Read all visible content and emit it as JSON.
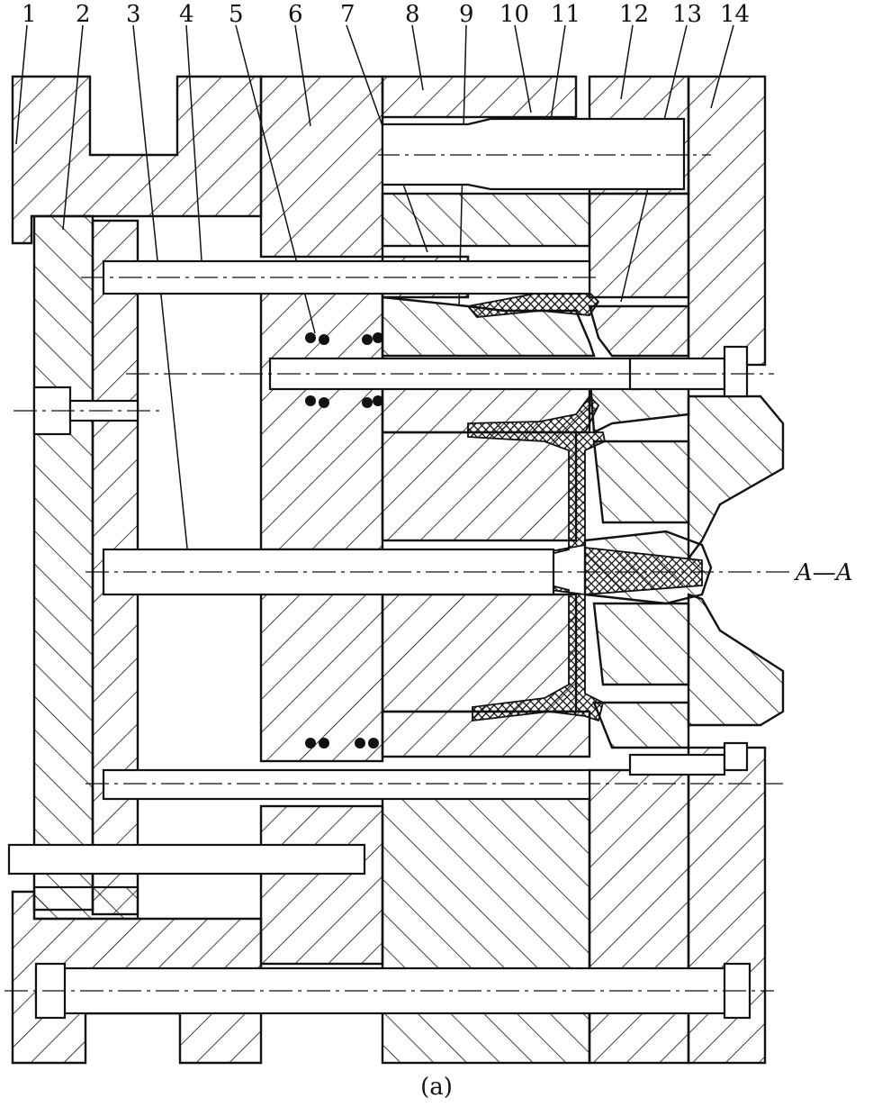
{
  "figure": {
    "part_labels": [
      "1",
      "2",
      "3",
      "4",
      "5",
      "6",
      "7",
      "8",
      "9",
      "10",
      "11",
      "12",
      "13",
      "14"
    ],
    "section_label": "A—A",
    "caption": "(a)"
  },
  "colors": {
    "ink": "#111111",
    "paper": "#ffffff"
  }
}
